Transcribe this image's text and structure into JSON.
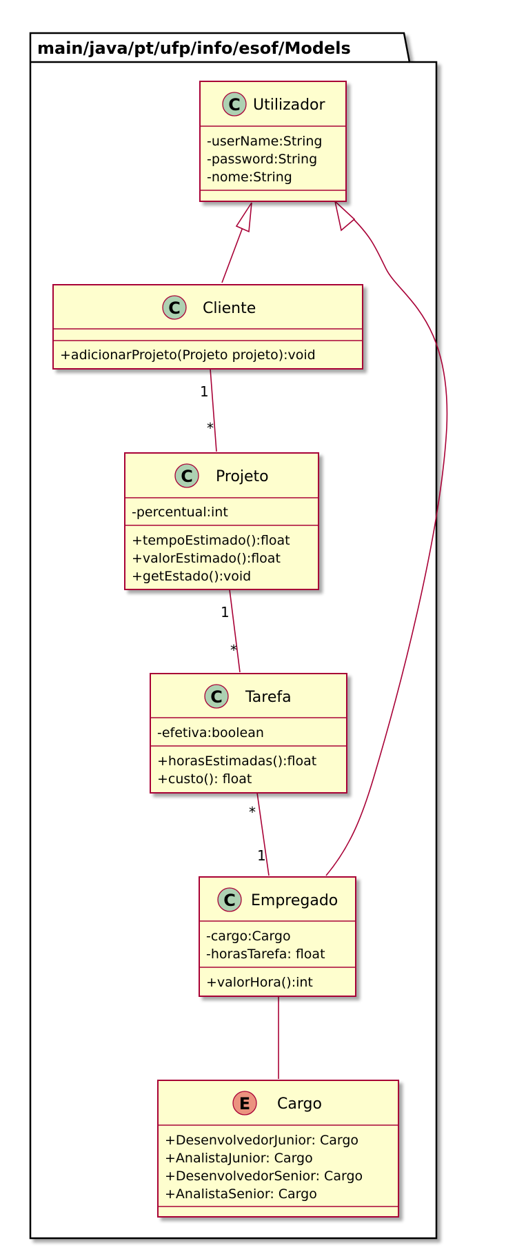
{
  "package": {
    "name": "main/java/pt/ufp/info/esof/Models"
  },
  "colors": {
    "class_fill": "#FEFECE",
    "class_border": "#A80036",
    "class_badge": "#ADD1B2",
    "enum_badge": "#EB937F",
    "line": "#A80036"
  },
  "classes": {
    "utilizador": {
      "kind": "C",
      "name": "Utilizador",
      "fields": [
        "-userName:String",
        "-password:String",
        "-nome:String"
      ],
      "methods": []
    },
    "cliente": {
      "kind": "C",
      "name": "Cliente",
      "fields": [],
      "methods": [
        "+adicionarProjeto(Projeto projeto):void"
      ]
    },
    "projeto": {
      "kind": "C",
      "name": "Projeto",
      "fields": [
        "-percentual:int"
      ],
      "methods": [
        "+tempoEstimado():float",
        "+valorEstimado():float",
        "+getEstado():void"
      ]
    },
    "tarefa": {
      "kind": "C",
      "name": "Tarefa",
      "fields": [
        "-efetiva:boolean"
      ],
      "methods": [
        "+horasEstimadas():float",
        "+custo(): float"
      ]
    },
    "empregado": {
      "kind": "C",
      "name": "Empregado",
      "fields": [
        "-cargo:Cargo",
        "-horasTarefa: float"
      ],
      "methods": [
        "+valorHora():int"
      ]
    },
    "cargo": {
      "kind": "E",
      "name": "Cargo",
      "fields": [
        "+DesenvolvedorJunior: Cargo",
        "+AnalistaJunior: Cargo",
        "+DesenvolvedorSenior: Cargo",
        "+AnalistaSenior: Cargo"
      ],
      "methods": []
    }
  },
  "relations": {
    "cliente_projeto": {
      "from": "1",
      "to": "*"
    },
    "projeto_tarefa": {
      "from": "1",
      "to": "*"
    },
    "tarefa_empregado": {
      "from": "*",
      "to": "1"
    }
  }
}
